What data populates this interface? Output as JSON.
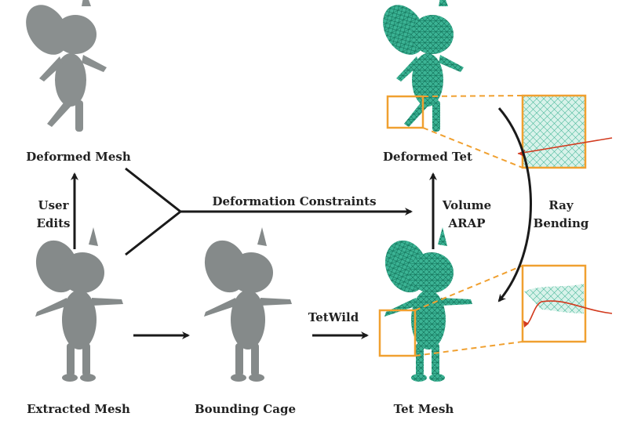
{
  "labels": {
    "deformed_mesh": "Deformed Mesh",
    "user_edits_1": "User",
    "user_edits_2": "Edits",
    "deformation_constraints": "Deformation Constraints",
    "volume_arap_1": "Volume",
    "volume_arap_2": "ARAP",
    "ray_bending_1": "Ray",
    "ray_bending_2": "Bending",
    "deformed_tet": "Deformed Tet",
    "extracted_mesh": "Extracted Mesh",
    "bounding_cage": "Bounding Cage",
    "tetwild": "TetWild",
    "tet_mesh": "Tet Mesh"
  },
  "colors": {
    "mesh_gray": "#8a8f8f",
    "tet_green": "#2fa88a",
    "highlight_orange": "#f0a030",
    "ray_red": "#d23a1e",
    "arrow": "#1a1a1a"
  }
}
